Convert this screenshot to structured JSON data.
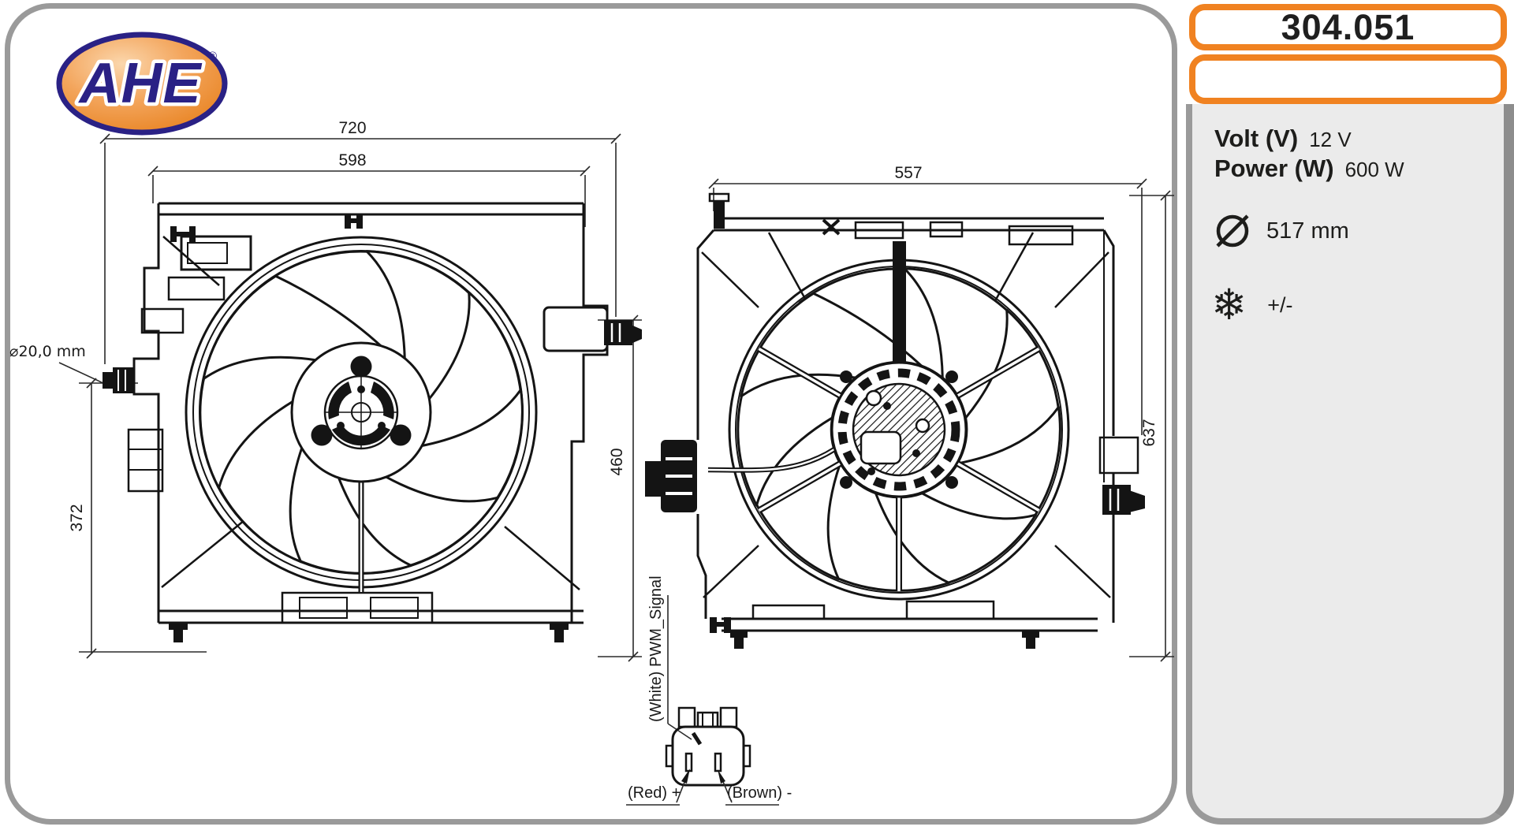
{
  "brand": {
    "name": "AHE",
    "registered": "®"
  },
  "part_header": {
    "part_number": "304.051",
    "second_box_text": ""
  },
  "specs": {
    "volt_label": "Volt (V)",
    "volt_value": "12 V",
    "power_label": "Power (W)",
    "power_value": "600 W",
    "fan_diameter": "517 mm",
    "ac_value": "+/-",
    "snowflake_glyph": "❄"
  },
  "drawing": {
    "left_view": {
      "dim_total_width": "720",
      "dim_inner_width": "598",
      "dim_left_height": "372",
      "dim_right_height": "460",
      "nozzle_diameter": "⌀20,0 mm"
    },
    "right_view": {
      "dim_width": "557",
      "dim_height": "637"
    },
    "connector": {
      "signal_label": "(White) PWM_Signal",
      "positive_label": "(Red) +",
      "negative_label": "(Brown) -"
    }
  },
  "colors": {
    "accent_orange": "#F08221",
    "panel_gray": "#EBEBEB",
    "frame_gray": "#9A9A9A"
  }
}
